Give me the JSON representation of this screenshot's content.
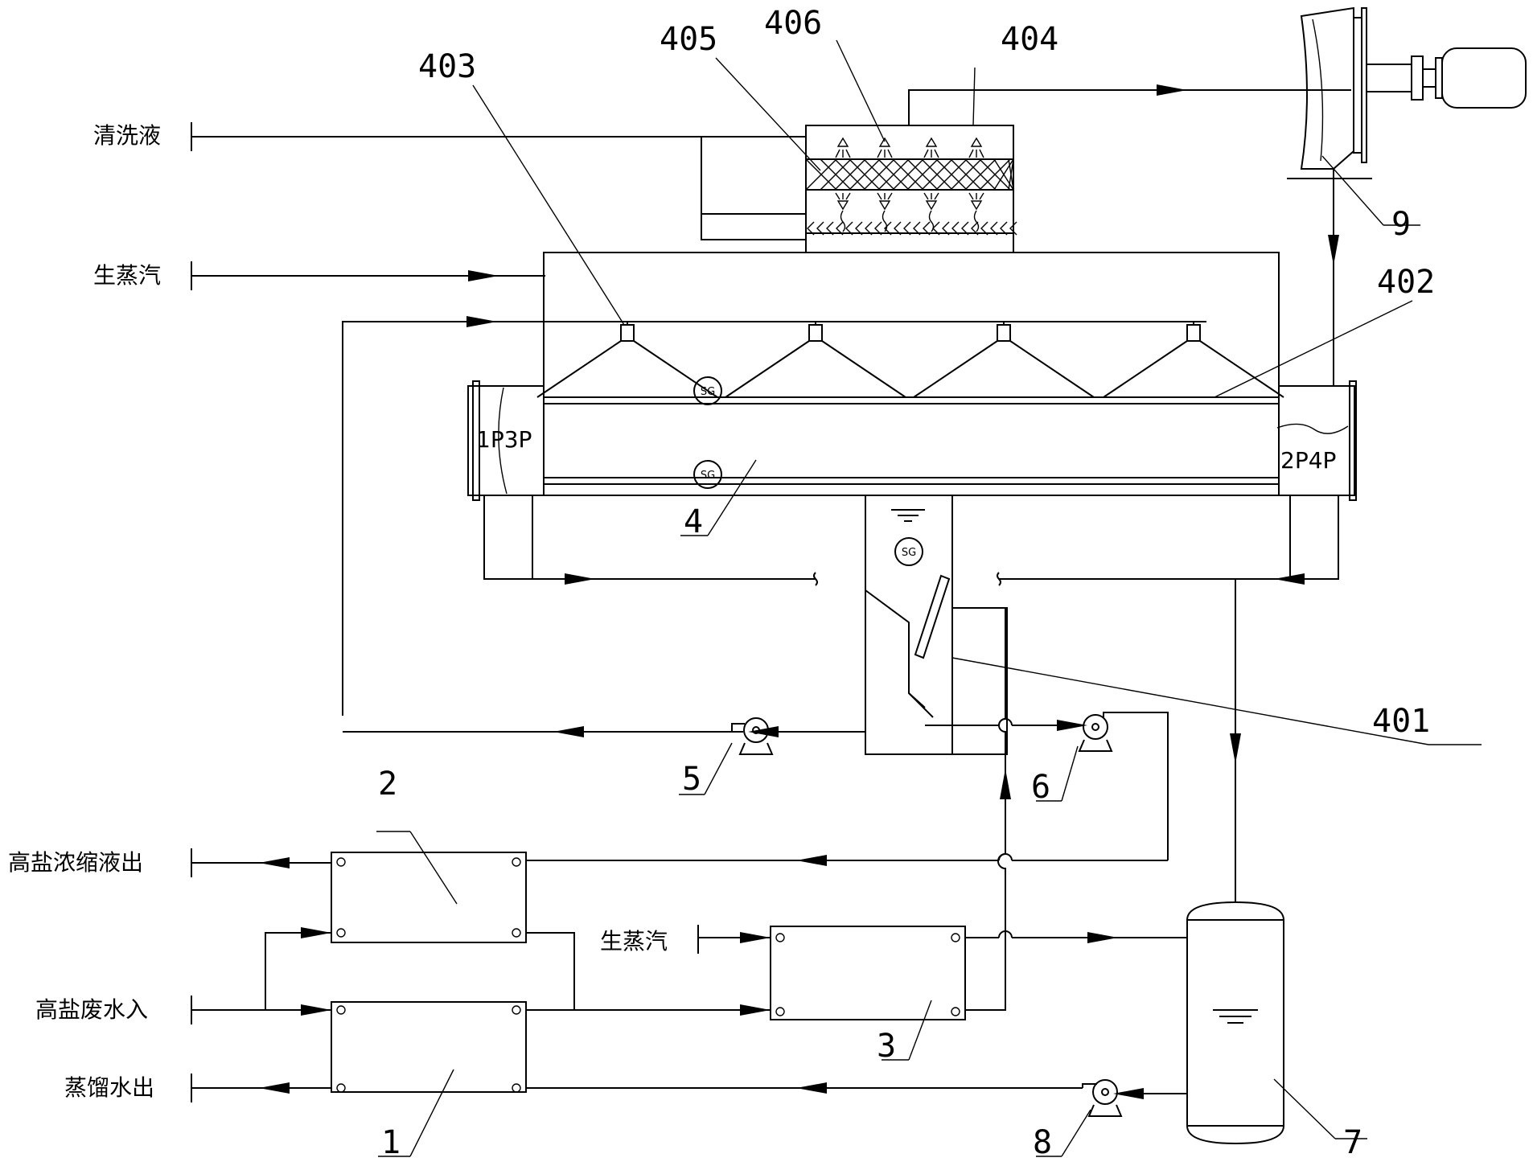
{
  "stream_labels": {
    "cleaning_liquid": "清洗液",
    "raw_steam_top": "生蒸汽",
    "brine_concentrate_out": "高盐浓缩液出",
    "brine_wastewater_in": "高盐废水入",
    "distilled_water_out": "蒸馏水出",
    "raw_steam_bottom": "生蒸汽"
  },
  "component_numbers": {
    "n1": "1",
    "n2": "2",
    "n3": "3",
    "n4": "4",
    "n5": "5",
    "n6": "6",
    "n7": "7",
    "n8": "8",
    "n9": "9",
    "n401": "401",
    "n402": "402",
    "n403": "403",
    "n404": "404",
    "n405": "405",
    "n406": "406"
  },
  "pass_labels": {
    "left": "1P3P",
    "right": "2P4P"
  },
  "sight_glass": "SG"
}
